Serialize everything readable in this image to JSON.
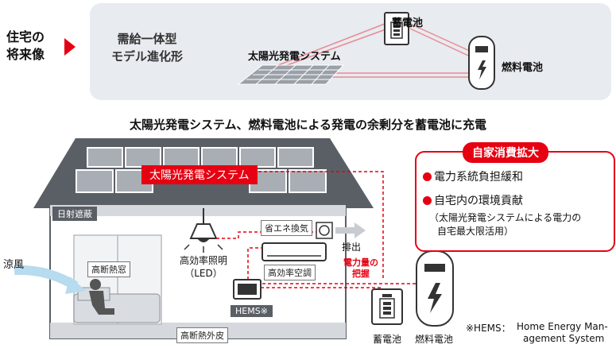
{
  "top": {
    "row_label_line1": "住宅の",
    "row_label_line2": "将来像",
    "model_line1": "需給一体型",
    "model_line2": "モデル進化形",
    "solar_label": "太陽光発電システム",
    "battery_label": "蓄電池",
    "fuelcell_label": "燃料電池"
  },
  "caption": "太陽光発電システム、燃料電池による発電の余剰分を蓄電池に充電",
  "house": {
    "solar_banner": "太陽光発電システム",
    "shade_label": "日射遮蔽",
    "window_label": "高断熱窓",
    "light_line1": "高効率照明",
    "light_line2": "（LED）",
    "vent_label": "省エネ換気",
    "ac_label": "高効率空調",
    "hems_label": "HEMS※",
    "outer_wall_label": "高断熱外皮",
    "breeze_label": "涼風",
    "exhaust_label": "排出",
    "power_line1": "電力量の",
    "power_line2": "把握",
    "battery_label": "蓄電池",
    "fuelcell_label": "燃料電池"
  },
  "benefits": {
    "title": "自家消費拡大",
    "item1": "電力系統負担緩和",
    "item2": "自宅内の環境貢献",
    "note_line1": "（太陽光発電システムによる電力の",
    "note_line2": "自宅最大限活用）"
  },
  "footnote": {
    "mark": "※HEMS：",
    "line1": "Home Energy Man-",
    "line2": "agement System"
  },
  "colors": {
    "accent": "#e60012",
    "panel": "#a9aeb5",
    "roof": "#5a5f66",
    "topbox": "#e8ebef"
  }
}
